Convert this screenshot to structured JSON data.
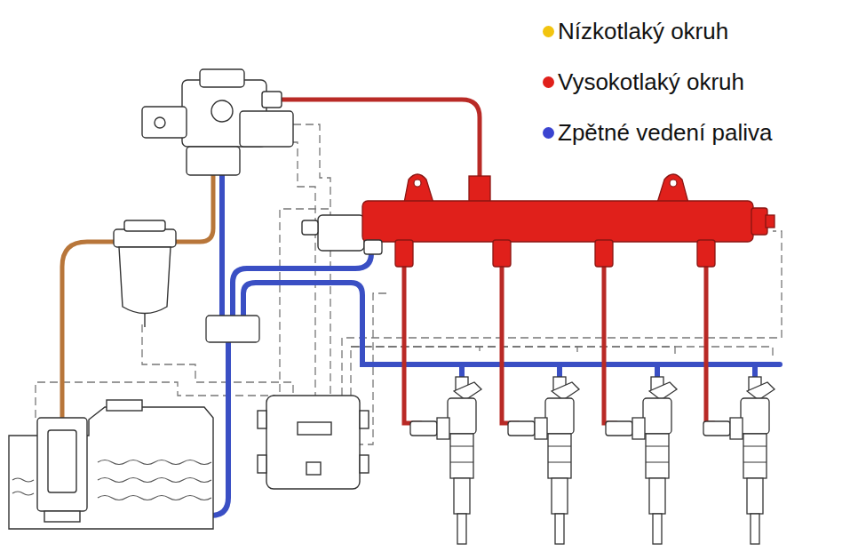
{
  "diagram": {
    "legend": [
      {
        "text": "Nízkotlaký okruh",
        "color": "#f2c40f"
      },
      {
        "text": "Vysokotlaký okruh",
        "color": "#e0201b"
      },
      {
        "text": "Zpětné vedení paliva",
        "color": "#3b44d0"
      }
    ]
  }
}
